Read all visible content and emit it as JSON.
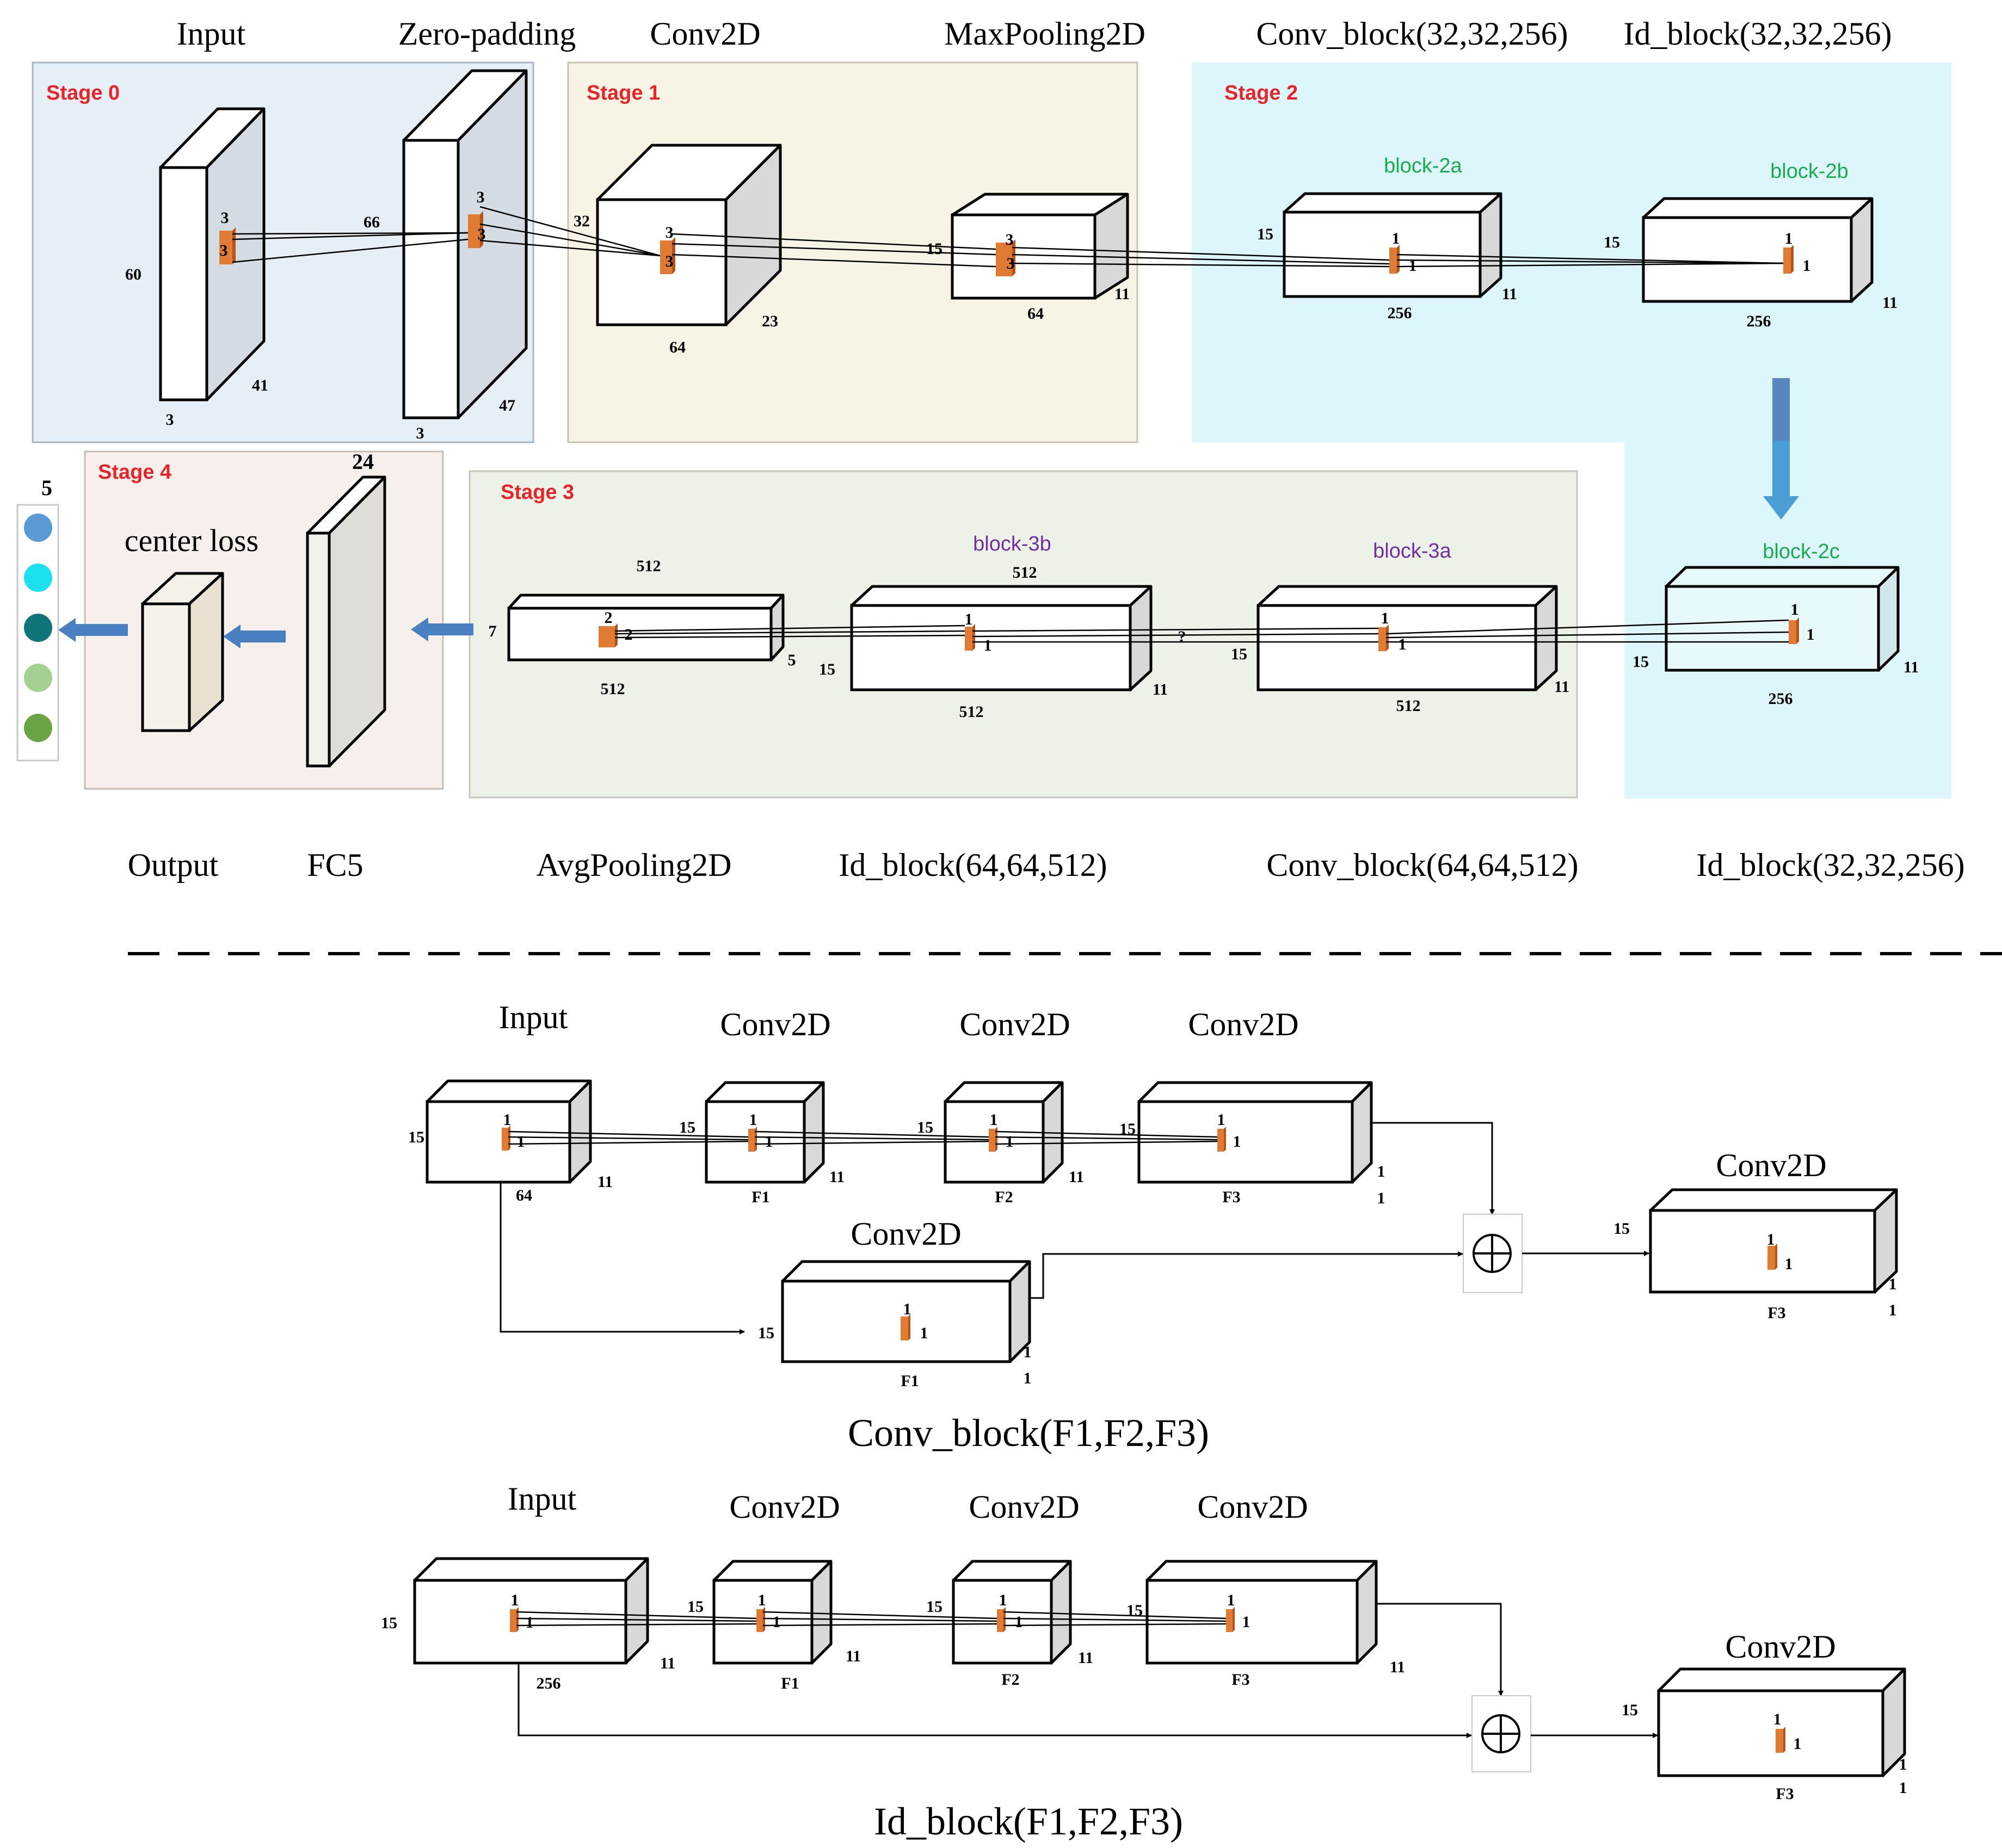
{
  "colors": {
    "stage0_bg": "#e7eff6",
    "stage1_bg": "#f7f4e6",
    "stage2_bg": "#dcf6fb",
    "stage3_bg": "#edf2e8",
    "stage4_bg": "#f6efeb",
    "stage_label": "#e8242b",
    "block_green": "#1aaa4f",
    "block_purple": "#7030a0",
    "kernel": "#e07b35",
    "arrow_blue": "#4a7fc1",
    "output_colors": [
      "#5b9bd5",
      "#1de0ee",
      "#10757a",
      "#a4d192",
      "#6aa544"
    ]
  },
  "top_titles": [
    "Input",
    "Zero-padding",
    "Conv2D",
    "MaxPooling2D",
    "Conv_block(32,32,256)",
    "Id_block(32,32,256)"
  ],
  "bottom_titles": [
    "Output",
    "FC5",
    "AvgPooling2D",
    "Id_block(64,64,512)",
    "Conv_block(64,64,512)",
    "Id_block(32,32,256)"
  ],
  "stages": [
    "Stage 0",
    "Stage 1",
    "Stage 2",
    "Stage 3",
    "Stage 4"
  ],
  "blocks": {
    "b2a": "block-2a",
    "b2b": "block-2b",
    "b2c": "block-2c",
    "b3b": "block-3b",
    "b3a": "block-3a"
  },
  "center_loss": "center loss",
  "output_count": "5",
  "fc_size": "24",
  "dims": {
    "in_h": "60",
    "in_w": "41",
    "in_d": "3",
    "zp_h": "66",
    "zp_w": "47",
    "zp_d": "3",
    "c1_h": "32",
    "c1_w": "23",
    "c1_d": "64",
    "mp_h": "15",
    "mp_w": "11",
    "mp_d": "64",
    "b2a_h": "15",
    "b2a_w": "11",
    "b2a_d": "256",
    "b2b_h": "15",
    "b2b_w": "11",
    "b2b_d": "256",
    "b2c_h": "15",
    "b2c_w": "11",
    "b2c_d": "256",
    "b3a_h": "15",
    "b3a_w": "11",
    "b3a_d": "512",
    "b3b_h": "15",
    "b3b_w": "11",
    "b3b_d": "512",
    "b3b_top": "512",
    "ap_h": "7",
    "ap_w": "5",
    "ap_d": "512",
    "ap_top": "512",
    "k3": "3",
    "k2": "2",
    "k1": "1",
    "q": "?"
  },
  "conv_block": {
    "caption": "Conv_block(F1,F2,F3)",
    "input_label": "Input",
    "conv_label": "Conv2D",
    "h": "15",
    "w": "11",
    "in_d": "64",
    "one": "1",
    "f1": "F1",
    "f2": "F2",
    "f3": "F3"
  },
  "id_block": {
    "caption": "Id_block(F1,F2,F3)",
    "input_label": "Input",
    "conv_label": "Conv2D",
    "h": "15",
    "w": "11",
    "in_d": "256",
    "one": "1",
    "f1": "F1",
    "f2": "F2",
    "f3": "F3"
  }
}
